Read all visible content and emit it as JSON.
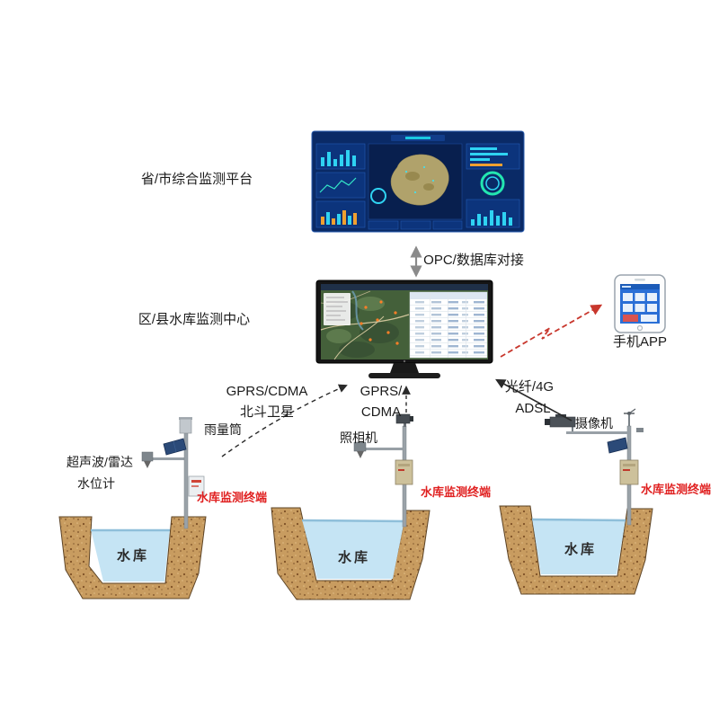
{
  "diagram": {
    "platform_label": "省/市综合监测平台",
    "opc_link_label": "OPC/数据库对接",
    "center_label": "区/县水库监测中心",
    "mobile_app_label": "手机APP",
    "link_left": {
      "line1": "GPRS/CDMA",
      "line2": "北斗卫星"
    },
    "link_middle": {
      "line1": "GPRS/",
      "line2": "CDMA"
    },
    "link_right": {
      "line1": "光纤/4G",
      "line2": "ADSL"
    },
    "equipment": {
      "rain_gauge": "雨量筒",
      "photo_camera": "照相机",
      "video_camera": "摄像机",
      "water_level_line1": "超声波/雷达",
      "water_level_line2": "水位计"
    },
    "terminal_label": "水库监测终端",
    "reservoir_label": "水库",
    "colors": {
      "terminal_label_red": "#e02020",
      "wireless_link_red": "#c8372d",
      "water_blue": "#c5e4f4",
      "soil_brown": "#c89c60",
      "dashboard_blue": "#0a2a66"
    }
  }
}
